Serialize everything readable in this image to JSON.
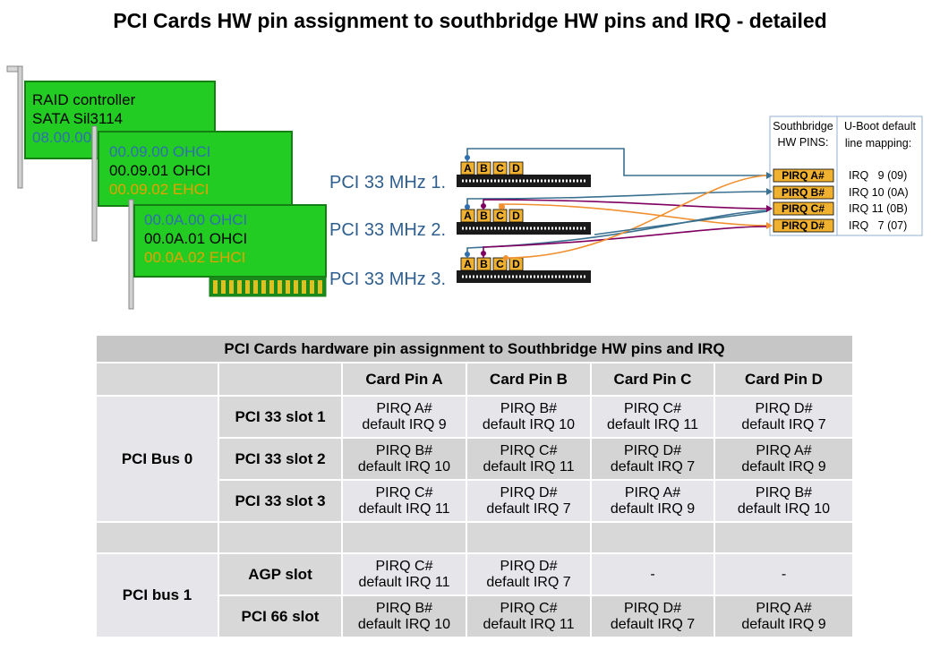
{
  "title": "PCI Cards HW pin assignment to southbridge HW pins and IRQ - detailed",
  "cards": [
    {
      "lines": [
        "RAID controller",
        "SATA Sil3114",
        "08.00.00"
      ],
      "colors": [
        "#000000",
        "#000000",
        "#2f6fb0"
      ]
    },
    {
      "lines": [
        "00.09.00 OHCI",
        "00.09.01 OHCI",
        "00.09.02 EHCI"
      ],
      "colors": [
        "#2f6fb0",
        "#000000",
        "#e8a000"
      ]
    },
    {
      "lines": [
        "00.0A.00 OHCI",
        "00.0A.01 OHCI",
        "00.0A.02 EHCI"
      ],
      "colors": [
        "#2f6fb0",
        "#000000",
        "#e8a000"
      ]
    }
  ],
  "slots": [
    "PCI 33 MHz 1.",
    "PCI 33 MHz 2.",
    "PCI 33 MHz 3."
  ],
  "pin_letters": [
    "A",
    "B",
    "C",
    "D"
  ],
  "southbridge": {
    "header_left": [
      "Southbridge",
      "HW PINS:"
    ],
    "header_right": [
      "U-Boot default",
      "line mapping:"
    ],
    "pins": [
      "PIRQ A#",
      "PIRQ B#",
      "PIRQ C#",
      "PIRQ D#"
    ],
    "irqs": [
      "IRQ   9 (09)",
      "IRQ 10 (0A)",
      "IRQ 11 (0B)",
      "IRQ   7 (07)"
    ]
  },
  "colors": {
    "card_green": "#22cc22",
    "card_border": "#148014",
    "pin_fill": "#f0b030",
    "wire_blue": "#3a7090",
    "wire_purple": "#800060",
    "wire_orange": "#f09030",
    "slot_label": "#2f5f8f"
  },
  "table": {
    "caption": "PCI Cards hardware pin assignment to Southbridge HW pins and IRQ",
    "col_headers": [
      "Card Pin A",
      "Card Pin B",
      "Card Pin C",
      "Card Pin D"
    ],
    "bus0": {
      "label": "PCI Bus 0",
      "rows": [
        {
          "slot": "PCI 33 slot 1",
          "cells": [
            [
              "PIRQ A#",
              "default IRQ  9"
            ],
            [
              "PIRQ B#",
              "default IRQ 10"
            ],
            [
              "PIRQ C#",
              "default IRQ 11"
            ],
            [
              "PIRQ D#",
              "default IRQ  7"
            ]
          ]
        },
        {
          "slot": "PCI 33 slot 2",
          "cells": [
            [
              "PIRQ B#",
              "default IRQ 10"
            ],
            [
              "PIRQ C#",
              "default IRQ 11"
            ],
            [
              "PIRQ D#",
              "default IRQ  7"
            ],
            [
              "PIRQ A#",
              "default IRQ  9"
            ]
          ]
        },
        {
          "slot": "PCI 33 slot 3",
          "cells": [
            [
              "PIRQ C#",
              "default IRQ 11"
            ],
            [
              "PIRQ D#",
              "default IRQ  7"
            ],
            [
              "PIRQ A#",
              "default IRQ  9"
            ],
            [
              "PIRQ B#",
              "default IRQ 10"
            ]
          ]
        }
      ]
    },
    "bus1": {
      "label": "PCI bus 1",
      "rows": [
        {
          "slot": "AGP slot",
          "cells": [
            [
              "PIRQ C#",
              "default IRQ 11"
            ],
            [
              "PIRQ D#",
              "default IRQ  7"
            ],
            [
              "-"
            ],
            [
              "-"
            ]
          ]
        },
        {
          "slot": "PCI 66 slot",
          "cells": [
            [
              "PIRQ B#",
              "default IRQ 10"
            ],
            [
              "PIRQ C#",
              "default IRQ 11"
            ],
            [
              "PIRQ D#",
              "default IRQ  7"
            ],
            [
              "PIRQ A#",
              "default IRQ  9"
            ]
          ]
        }
      ]
    }
  }
}
